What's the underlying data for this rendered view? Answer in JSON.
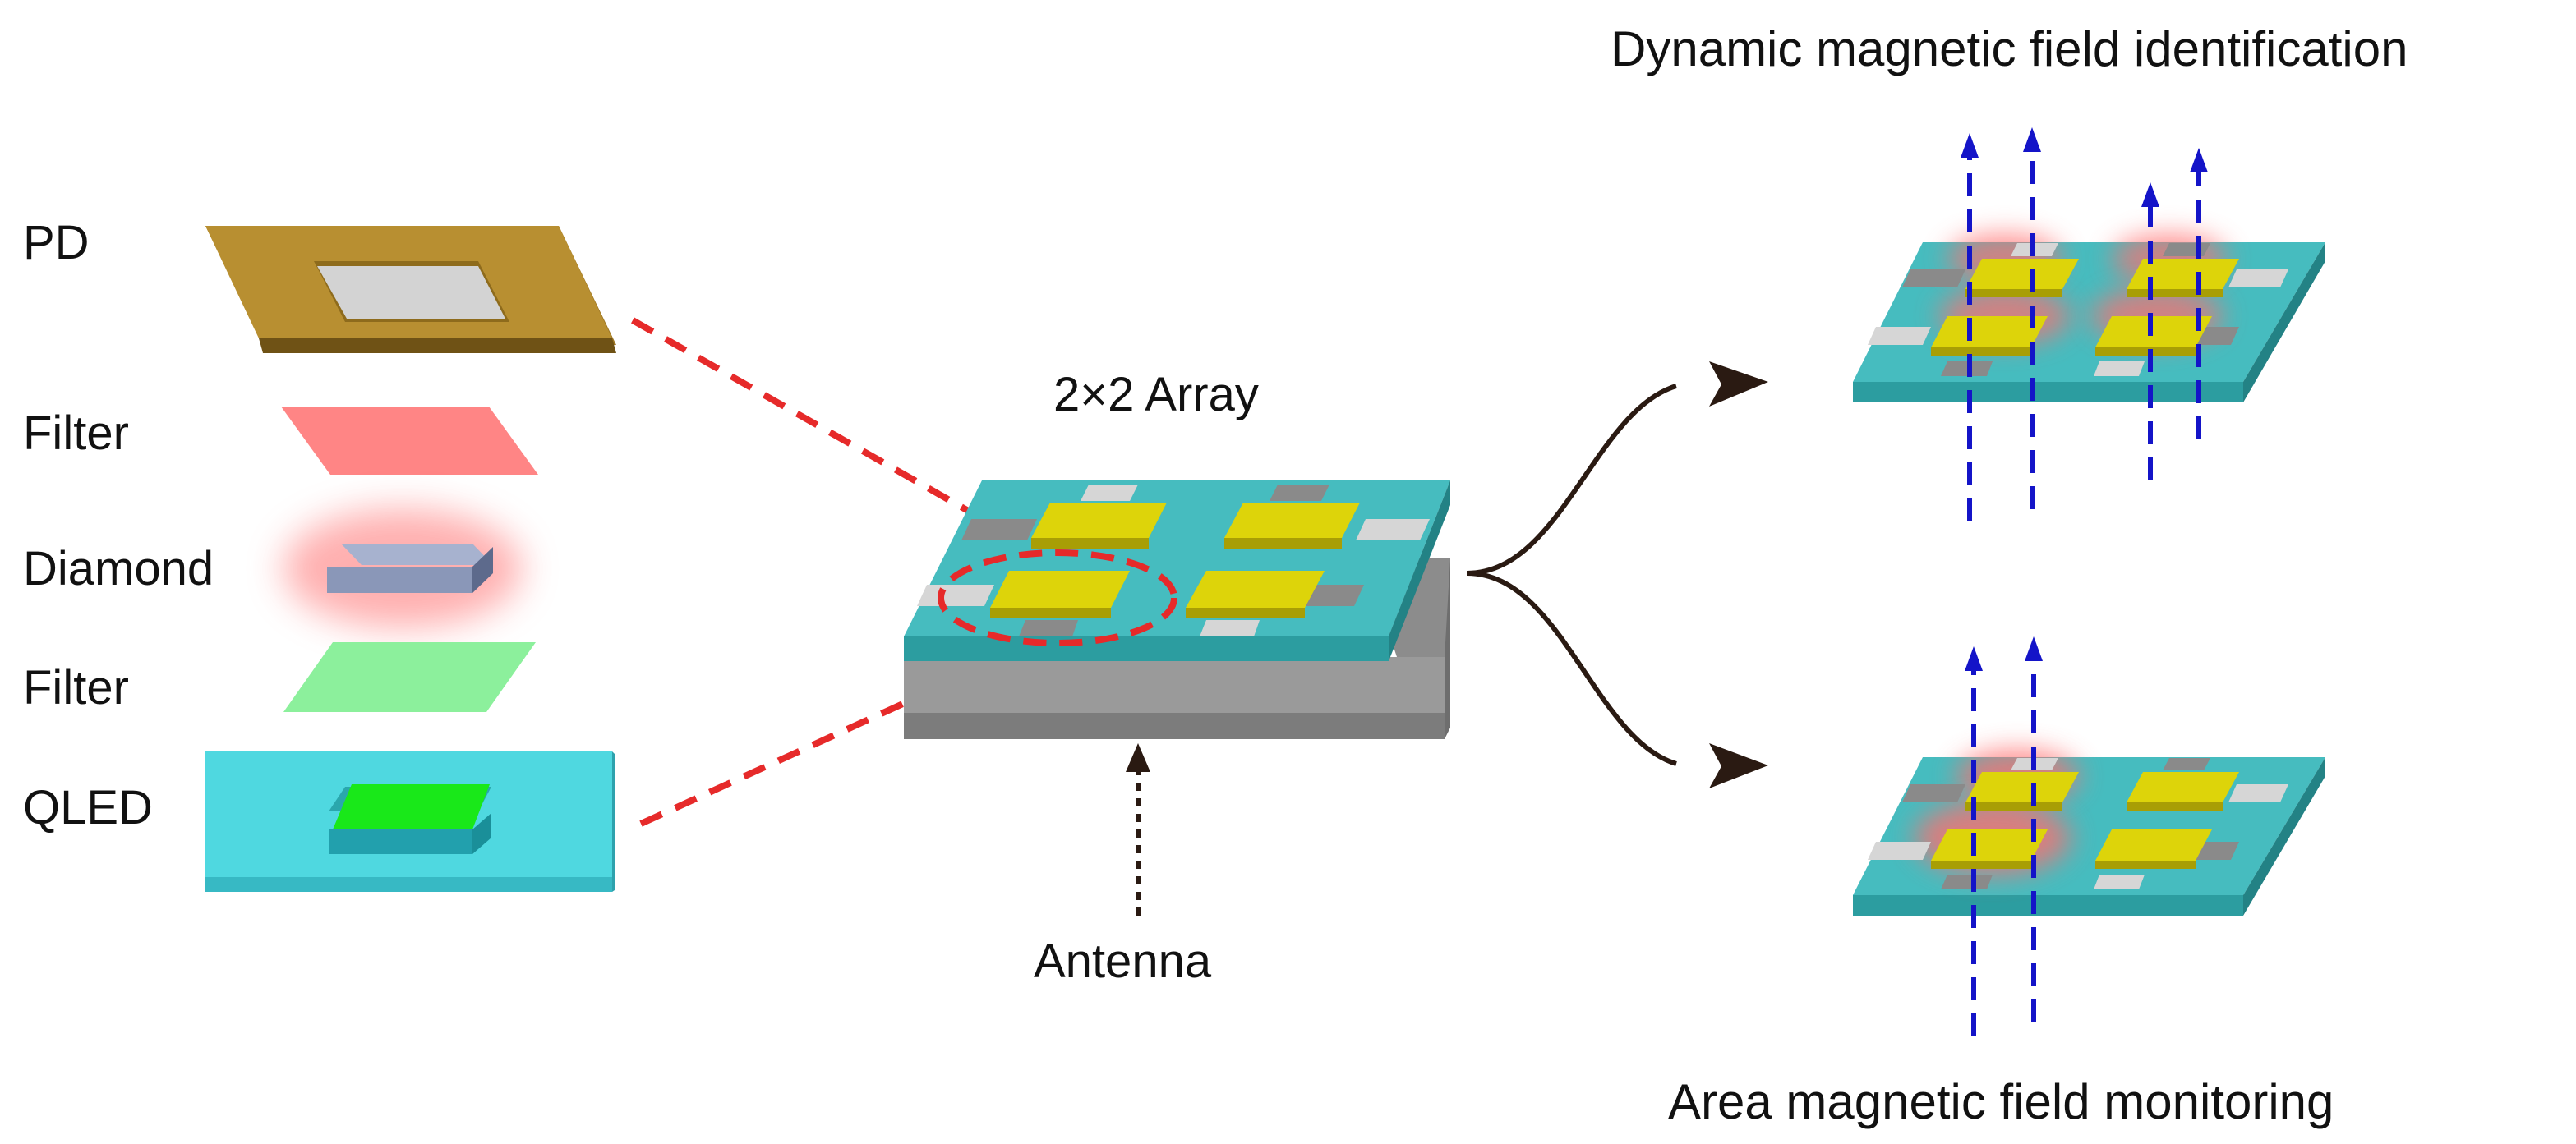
{
  "layer_labels": {
    "pd": "PD",
    "filter_top": "Filter",
    "diamond": "Diamond",
    "filter_bottom": "Filter",
    "qled": "QLED"
  },
  "array_label": "2×2 Array",
  "antenna_label": "Antenna",
  "top_title": "Dynamic magnetic field identification",
  "bottom_title": "Area magnetic field monitoring",
  "colors": {
    "pd_body": "#b88f31",
    "pd_window": "#d3d3d3",
    "filter_red": "#ff8585",
    "diamond": "#8a97b8",
    "filter_green": "#8cf09c",
    "qled_body": "#4fd8e0",
    "qled_emitter": "#19e819",
    "board": "#46bcbf",
    "antenna": "#9a9a9a",
    "pad": "#ddd40a",
    "connector": "#8a8a8a",
    "field_line": "#1414c8",
    "leader_line": "#e62a2a",
    "flow_arrow": "#2a1a12"
  }
}
